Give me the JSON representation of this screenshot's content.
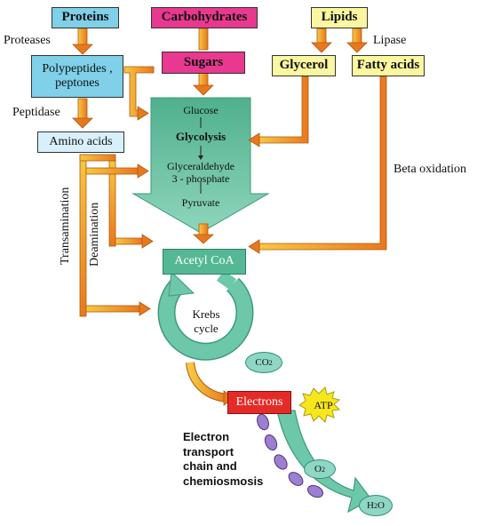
{
  "boxes": {
    "proteins": "Proteins",
    "carbohydrates": "Carbohydrates",
    "lipids": "Lipids",
    "polypeptides": "Polypeptides ,",
    "peptones": "peptones",
    "sugars": "Sugars",
    "glycerol": "Glycerol",
    "fatty_acids": "Fatty acids",
    "amino_acids": "Amino acids",
    "acetyl_coa": "Acetyl CoA",
    "electrons": "Electrons"
  },
  "labels": {
    "proteases": "Proteases",
    "lipase": "Lipase",
    "peptidase": "Peptidase",
    "beta_oxidation": "Beta oxidation",
    "transamination": "Transamination",
    "deamination": "Deamination",
    "etc_line1": "Electron",
    "etc_line2": "transport",
    "etc_line3": "chain and",
    "etc_line4": "chemiosmosis"
  },
  "glycolysis": {
    "glucose": "Glucose",
    "glycolysis": "Glycolysis",
    "g3p_line1": "Glyceraldehyde",
    "g3p_line2": "3 - phosphate",
    "pyruvate": "Pyruvate"
  },
  "krebs": {
    "line1": "Krebs",
    "line2": "cycle"
  },
  "molecules": {
    "co2": "CO",
    "co2_sub": "2",
    "o2": "O",
    "o2_sub": "2",
    "h2o_h": "H",
    "h2o_sub": "2",
    "h2o_o": "O",
    "atp": "ATP"
  },
  "colors": {
    "protein_box": "#7fd0e8",
    "carbohydrate_box": "#e8388f",
    "lipid_box": "#fbf7a0",
    "glycolysis_arrow": "#54b895",
    "electrons_box": "#e52b28",
    "arrow": "#f2a418"
  }
}
